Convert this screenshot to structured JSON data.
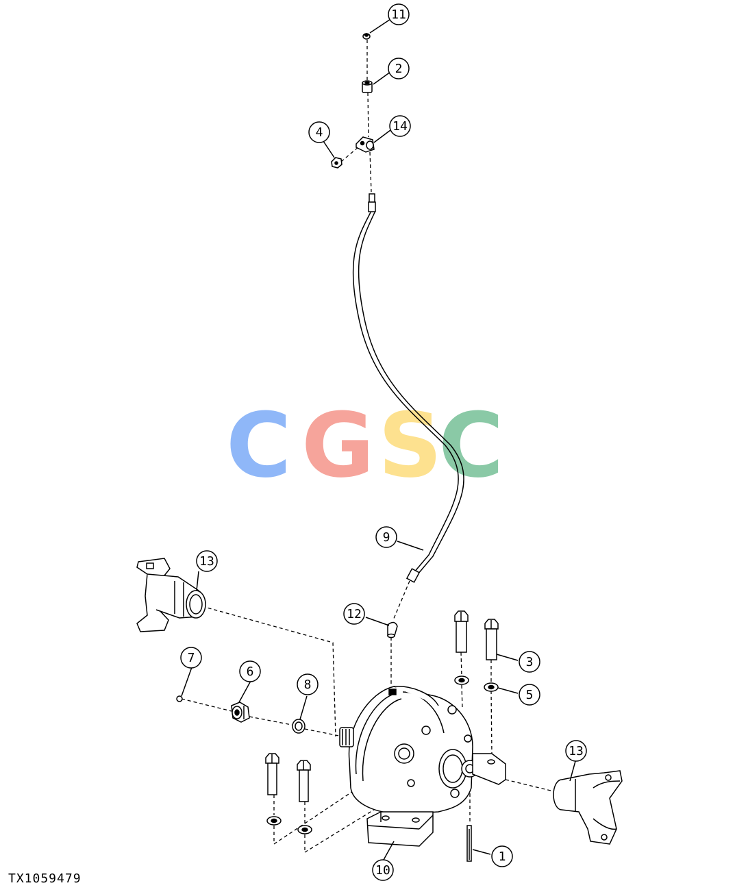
{
  "figure_code": "TX1059479",
  "watermark": {
    "letters": [
      {
        "char": "C",
        "color": "#8AB4F8"
      },
      {
        "char": "G",
        "color": "#F6A096"
      },
      {
        "char": "S",
        "color": "#FDE08A"
      },
      {
        "char": "C",
        "color": "#84C7A2"
      }
    ]
  },
  "callouts": [
    {
      "id": "c11",
      "label": "11"
    },
    {
      "id": "c2",
      "label": "2"
    },
    {
      "id": "c4",
      "label": "4"
    },
    {
      "id": "c14",
      "label": "14"
    },
    {
      "id": "c9",
      "label": "9"
    },
    {
      "id": "c13a",
      "label": "13"
    },
    {
      "id": "c12",
      "label": "12"
    },
    {
      "id": "c3",
      "label": "3"
    },
    {
      "id": "c7",
      "label": "7"
    },
    {
      "id": "c6",
      "label": "6"
    },
    {
      "id": "c8",
      "label": "8"
    },
    {
      "id": "c5",
      "label": "5"
    },
    {
      "id": "c13b",
      "label": "13"
    },
    {
      "id": "c1",
      "label": "1"
    },
    {
      "id": "c10",
      "label": "10"
    }
  ]
}
